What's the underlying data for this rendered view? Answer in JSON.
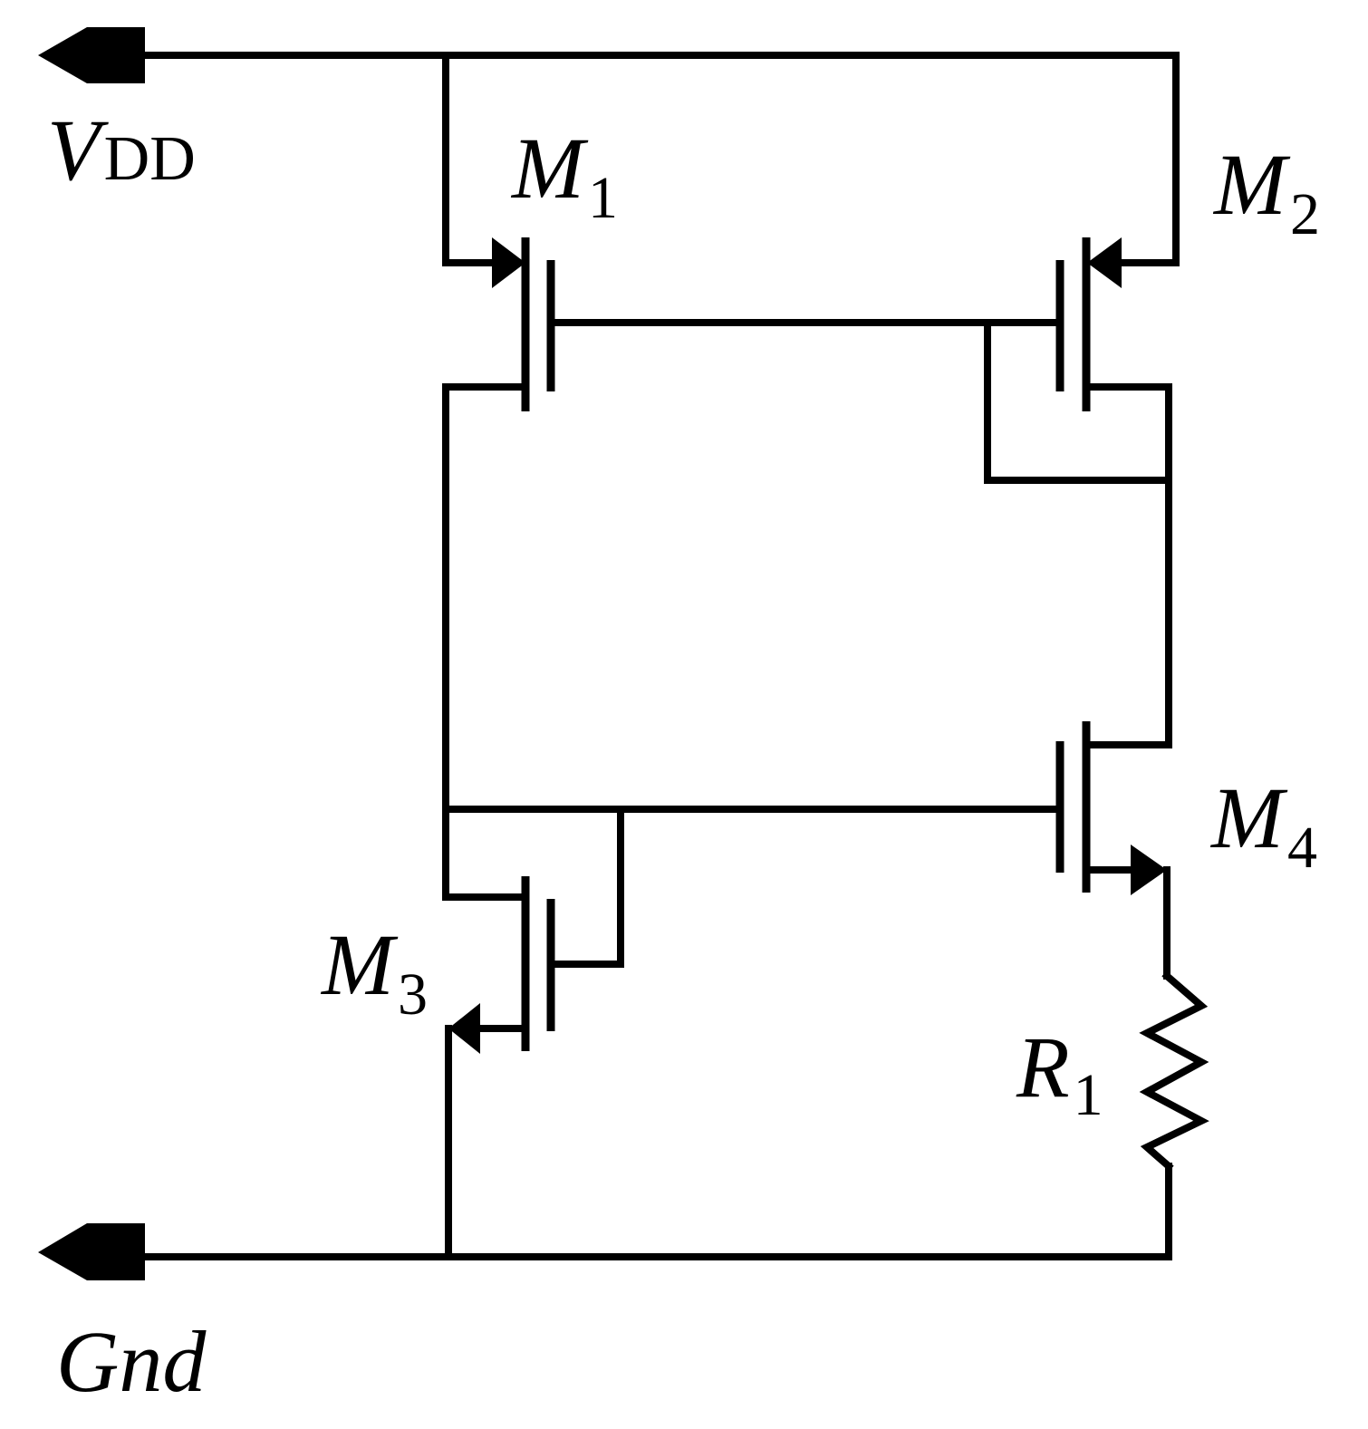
{
  "labels": {
    "vdd": {
      "main": "V",
      "sub": "DD"
    },
    "gnd": {
      "main": "Gnd"
    },
    "m1": {
      "main": "M",
      "sub": "1"
    },
    "m2": {
      "main": "M",
      "sub": "2"
    },
    "m3": {
      "main": "M",
      "sub": "3"
    },
    "m4": {
      "main": "M",
      "sub": "4"
    },
    "r1": {
      "main": "R",
      "sub": "1"
    }
  },
  "components": [
    {
      "id": "M1",
      "type": "pmos"
    },
    {
      "id": "M2",
      "type": "pmos"
    },
    {
      "id": "M3",
      "type": "nmos"
    },
    {
      "id": "M4",
      "type": "nmos"
    },
    {
      "id": "R1",
      "type": "resistor"
    }
  ],
  "terminals": [
    {
      "id": "VDD",
      "type": "supply"
    },
    {
      "id": "Gnd",
      "type": "ground"
    }
  ]
}
